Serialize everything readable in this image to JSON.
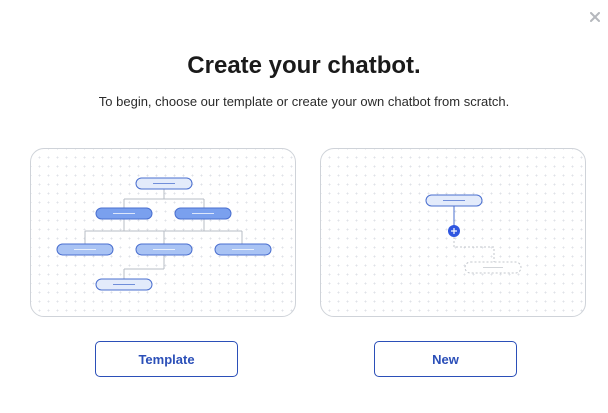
{
  "dialog": {
    "title": "Create your chatbot.",
    "subtitle": "To begin, choose our template or create your own chatbot from scratch.",
    "close_icon": "close-icon"
  },
  "options": [
    {
      "id": "template",
      "button_label": "Template",
      "illustration_icon": "flowchart-tree-icon"
    },
    {
      "id": "new",
      "button_label": "New",
      "illustration_icon": "single-node-add-icon"
    }
  ],
  "colors": {
    "accent": "#2b4fb8",
    "node_fill_light": "#e3ebfb",
    "node_fill_mid": "#a9c3f4",
    "node_fill_strong": "#7aa0ee",
    "node_stroke": "#4a6fcf",
    "connector": "#b7bcc4",
    "add_dot": "#2f56e0"
  }
}
